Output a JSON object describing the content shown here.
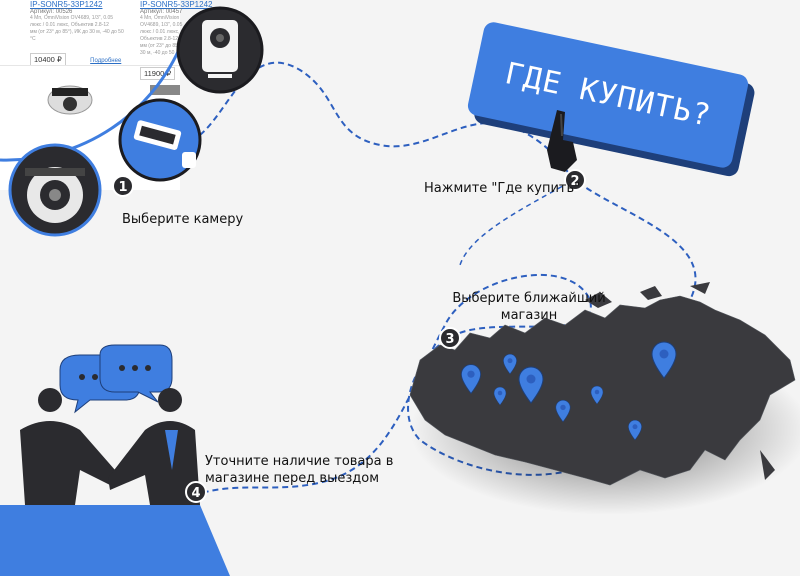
{
  "catalog": {
    "cards": [
      {
        "link": "IP-SONR5-33P1242",
        "sku": "Артикул: 00526",
        "desc": [
          "4 Mп, OmniVision OV4689, 1/3\", 0.05",
          "люкс / 0.01 люкс, Объектив 2.8-12",
          "мм (от 23° до 85°), ИК до 30 м, -40 до 50 °C"
        ],
        "price": "10400 ₽",
        "more": "Подробнее"
      },
      {
        "link": "IP-SONR5-33P1242",
        "sku": "Артикул: 00457",
        "desc": [
          "4 Mп, OmniVision OV4689, 1/3\", 0.05",
          "люкс / 0.01 люкс, Объектив 2.8-12",
          "мм (от 23° до 85°), ИК до 30 м, -40 до 50 °C"
        ],
        "price": "11900 ₽",
        "more": ""
      }
    ]
  },
  "steps": [
    {
      "number": "1",
      "label": "Выберите камеру"
    },
    {
      "number": "2",
      "label": "Нажмите \"Где купить\""
    },
    {
      "number": "3",
      "label": "Выберите ближайший магазин"
    },
    {
      "number": "4",
      "label": "Уточните наличие товара в магазине перед выездом"
    }
  ],
  "where_to_buy_button": {
    "label": "ГДЕ КУПИТЬ?"
  },
  "icons": [
    "camera-icon",
    "cube-camera-icon",
    "box-camera-icon",
    "dome-camera-icon",
    "hand-pointer-icon",
    "map-pin-icon",
    "speech-bubble-icon",
    "handshake-icon"
  ],
  "colors": {
    "accent": "#3f7ee0",
    "dark": "#2b2b2b",
    "path": "#2d5fbf"
  }
}
